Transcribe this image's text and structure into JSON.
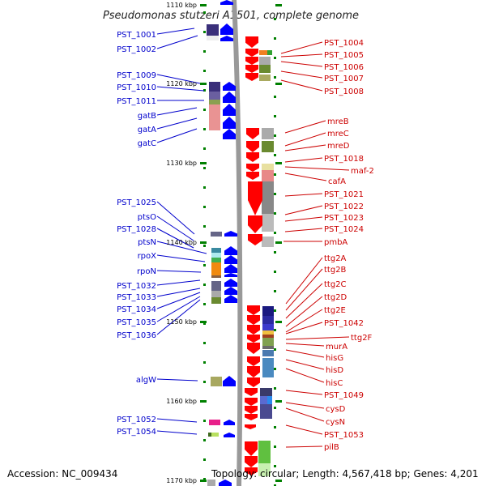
{
  "title": "Pseudomonas stutzeri A1501, complete genome",
  "footer": {
    "accession": "Accession: NC_009434",
    "topology": "Topology: circular; Length: 4,567,418 bp; Genes: 4,201"
  },
  "kbp_ticks": [
    "1110 kbp",
    "1120 kbp",
    "1130 kbp",
    "1140 kbp",
    "1150 kbp",
    "1160 kbp",
    "1170 kbp"
  ],
  "left_genes": [
    "PST_1001",
    "PST_1002",
    "PST_1009",
    "PST_1010",
    "PST_1011",
    "gatB",
    "gatA",
    "gatC",
    "PST_1025",
    "ptsO",
    "PST_1028",
    "ptsN",
    "rpoX",
    "rpoN",
    "PST_1032",
    "PST_1033",
    "PST_1034",
    "PST_1035",
    "PST_1036",
    "algW",
    "PST_1052",
    "PST_1054"
  ],
  "right_genes": [
    "PST_1004",
    "PST_1005",
    "PST_1006",
    "PST_1007",
    "PST_1008",
    "mreB",
    "mreC",
    "mreD",
    "PST_1018",
    "maf-2",
    "cafA",
    "PST_1021",
    "PST_1022",
    "PST_1023",
    "PST_1024",
    "pmbA",
    "ttg2A",
    "ttg2B",
    "ttg2C",
    "ttg2D",
    "ttg2E",
    "PST_1042",
    "ttg2F",
    "murA",
    "hisG",
    "hisD",
    "hisC",
    "PST_1049",
    "cysD",
    "cysN",
    "PST_1053",
    "pilB"
  ],
  "colors": {
    "left_label": "#0000cc",
    "right_label": "#cc0000",
    "forward_arrow": "#0000ff",
    "reverse_arrow": "#ff0000",
    "backbone": "#999999",
    "tick": "#008000"
  }
}
